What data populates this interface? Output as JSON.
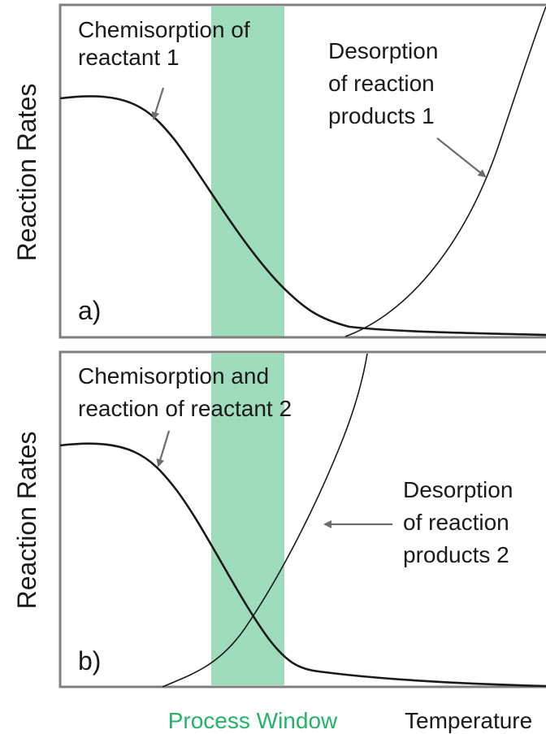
{
  "colors": {
    "window_fill": "#9edcbc",
    "window_label": "#22b566",
    "frame": "#7f7f7f",
    "curve": "#1a1a1a",
    "arrow": "#6d6d6d"
  },
  "x_axis_label": "Temperature",
  "process_window_label": "Process Window",
  "panels": [
    {
      "id": "a",
      "letter": "a)",
      "y_label": "Reaction Rates",
      "chemisorption_label": [
        "Chemisorption of",
        "reactant 1"
      ],
      "desorption_label": [
        "Desorption",
        "of reaction",
        "products 1"
      ]
    },
    {
      "id": "b",
      "letter": "b)",
      "y_label": "Reaction Rates",
      "chemisorption_label": [
        "Chemisorption and",
        "reaction of reactant 2"
      ],
      "desorption_label": [
        "Desorption",
        "of reaction",
        "products 2"
      ]
    }
  ]
}
